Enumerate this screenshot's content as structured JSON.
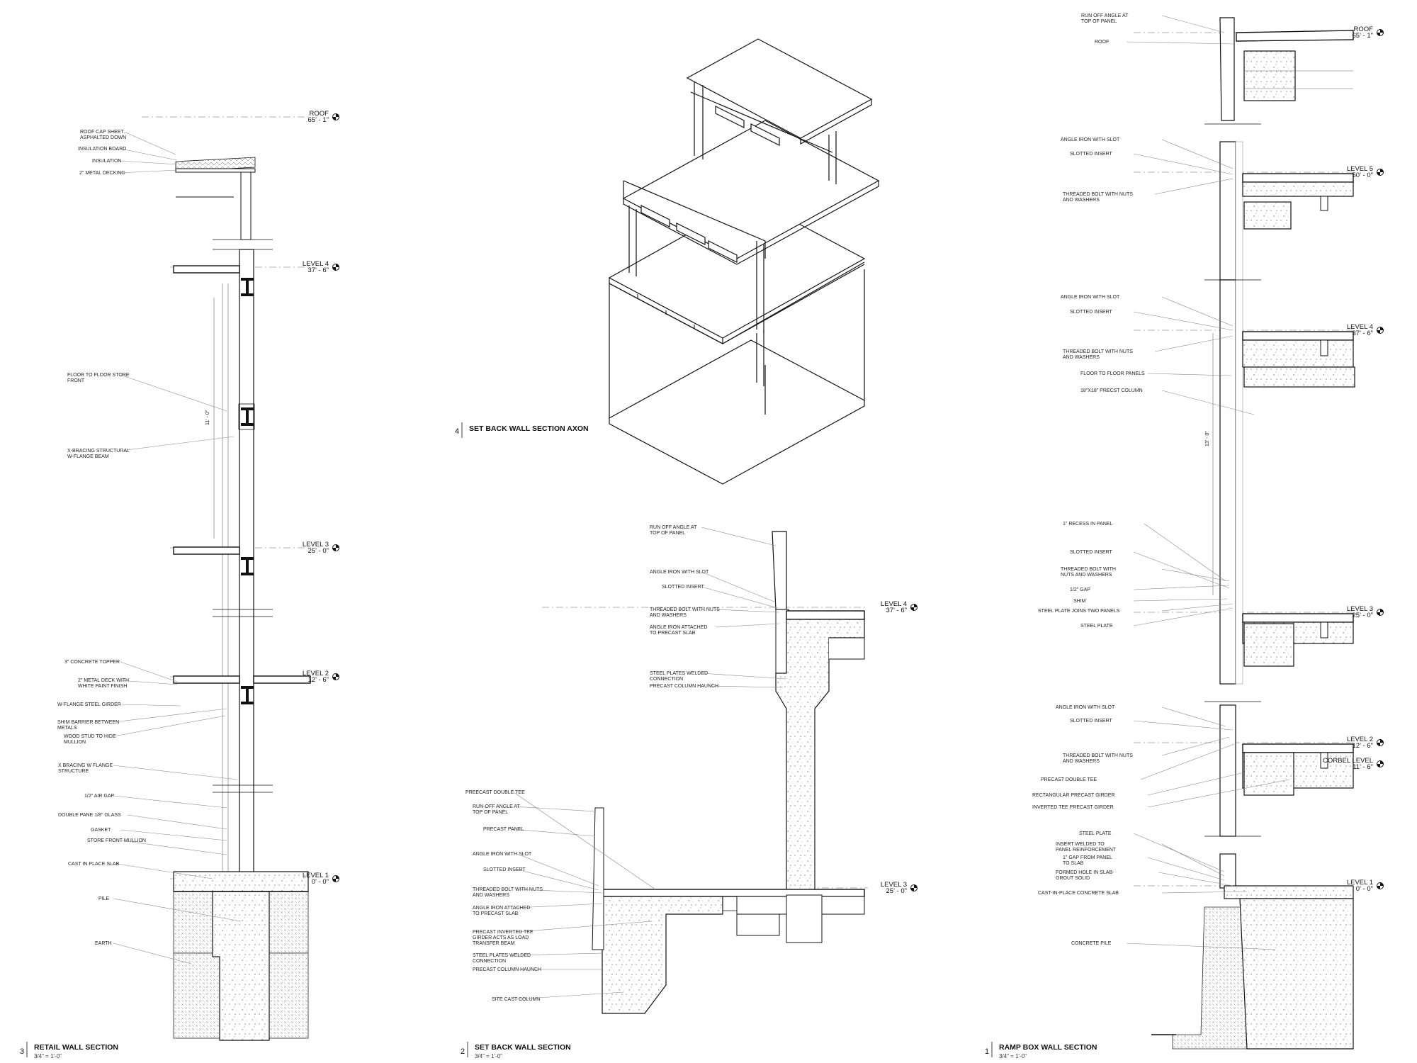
{
  "sheet": {
    "views": [
      {
        "number": "3",
        "title": "RETAIL WALL SECTION",
        "scale": "3/4\" = 1'-0\"",
        "levels": [
          {
            "name": "ROOF",
            "elev": "65' - 1\""
          },
          {
            "name": "LEVEL 4",
            "elev": "37' - 6\""
          },
          {
            "name": "LEVEL 3",
            "elev": "25' - 0\""
          },
          {
            "name": "LEVEL 2",
            "elev": "12' - 6\""
          },
          {
            "name": "LEVEL 1",
            "elev": "0' - 0\""
          }
        ],
        "callouts": [
          "ROOF CAP SHEET\nASPHALTED DOWN",
          "INSULATION BOARD",
          "INSULATION",
          "2\" METAL DECKING",
          "FLOOR TO FLOOR STORE\nFRONT",
          "X-BRACING STRUCTURAL\nW-FLANGE BEAM",
          "3\" CONCRETE TOPPER",
          "2\" METAL DECK WITH\nWHITE PAINT FINISH",
          "W-FLANGE STEEL GIRDER",
          "SHIM BARRIER BETWEEN\nMETALS",
          "WOOD STUD TO HIDE\nMULLION",
          "X BRACING W FLANGE\nSTRUCTURE",
          "1/2\" AIR GAP",
          "DOUBLE PANE 1/8\" GLASS",
          "GASKET",
          "STORE FRONT MULLION",
          "CAST IN PLACE SLAB",
          "PILE",
          "EARTH"
        ],
        "dimension": "11' - 0\""
      },
      {
        "number": "4",
        "title": "SET BACK WALL SECTION AXON"
      },
      {
        "number": "2",
        "title": "SET BACK WALL SECTION",
        "scale": "3/4\" = 1'-0\"",
        "levels": [
          {
            "name": "LEVEL 4",
            "elev": "37' - 6\""
          },
          {
            "name": "LEVEL 3",
            "elev": "25' - 0\""
          }
        ],
        "callouts_upper": [
          "RUN OFF ANGLE AT\nTOP OF PANEL",
          "ANGLE IRON WITH SLOT",
          "SLOTTED INSERT",
          "THREADED BOLT WITH NUTS\nAND WASHERS",
          "ANGLE IRON ATTACHED\nTO PRECAST SLAB",
          "STEEL PLATES WELDED\nCONNECTION",
          "PRECAST COLUMN HAUNCH"
        ],
        "callouts_lower": [
          "PREECAST DOUBLE TEE",
          "RUN-OFF ANGLE AT\nTOP OF PANEL",
          "PRECAST PANEL",
          "ANGLE IRON WITH SLOT",
          "SLOTTED INSERT",
          "THREADED BOLT WITH NUTS\nAND WASHERS",
          "ANGLE IRON ATTACHED\nTO PRECAST SLAB",
          "PRECAST INVERTED TEE\nGIRDER ACTS AS LOAD\nTRANSFER BEAM",
          "STEEL PLATES WELDED\nCONNECTION",
          "PRECAST COLUMN HAUNCH",
          "SITE CAST COLUMN"
        ]
      },
      {
        "number": "1",
        "title": "RAMP BOX WALL SECTION",
        "scale": "3/4\" = 1'-0\"",
        "levels": [
          {
            "name": "ROOF",
            "elev": "65' - 1\""
          },
          {
            "name": "LEVEL 5",
            "elev": "50' - 0\""
          },
          {
            "name": "LEVEL 4",
            "elev": "37' - 6\""
          },
          {
            "name": "LEVEL 3",
            "elev": "25' - 0\""
          },
          {
            "name": "LEVEL 2",
            "elev": "12' - 6\""
          },
          {
            "name": "CORBEL LEVEL",
            "elev": "11' - 6\""
          },
          {
            "name": "LEVEL 1",
            "elev": "0' - 0\""
          }
        ],
        "callouts": [
          "RUN OFF ANGLE AT\nTOP OF PANEL",
          "ROOF",
          "ANGLE IRON WITH SLOT",
          "SLOTTED INSERT",
          "THREADED BOLT WITH NUTS\nAND WASHERS",
          "ANGLE IRON WITH SLOT",
          "SLOTTED INSERT",
          "THREADED BOLT WITH NUTS\nAND WASHERS",
          "FLOOR TO FLOOR PANELS",
          "18\"X18\" PRECST COLUMN",
          "1\" RECESS IN PANEL",
          "SLOTTED INSERT",
          "THREADED BOLT WITH\nNUTS AND WASHERS",
          "1/2\" GAP",
          "SHIM",
          "STEEL PLATE JOINS TWO PANELS",
          "STEEL PLATE",
          "ANGLE IRON WITH SLOT",
          "SLOTTED INSERT",
          "THREADED BOLT WITH NUTS\nAND WASHERS",
          "PRECAST DOUBLE TEE",
          "RECTANGULAR PRECAST GIRDER",
          "INVERTED TEE PRECAST GIRDER",
          "STEEL PLATE",
          "INSERT WELDED TO\nPANEL REINFORCEMENT",
          "1\" GAP FROM PANEL\nTO SLAB",
          "FORMED HOLE IN SLAB-\nGROUT SOLID",
          "CAST-IN-PLACE CONCRETE SLAB",
          "CONCRETE PILE"
        ],
        "dimension": "13' - 0\""
      }
    ]
  }
}
